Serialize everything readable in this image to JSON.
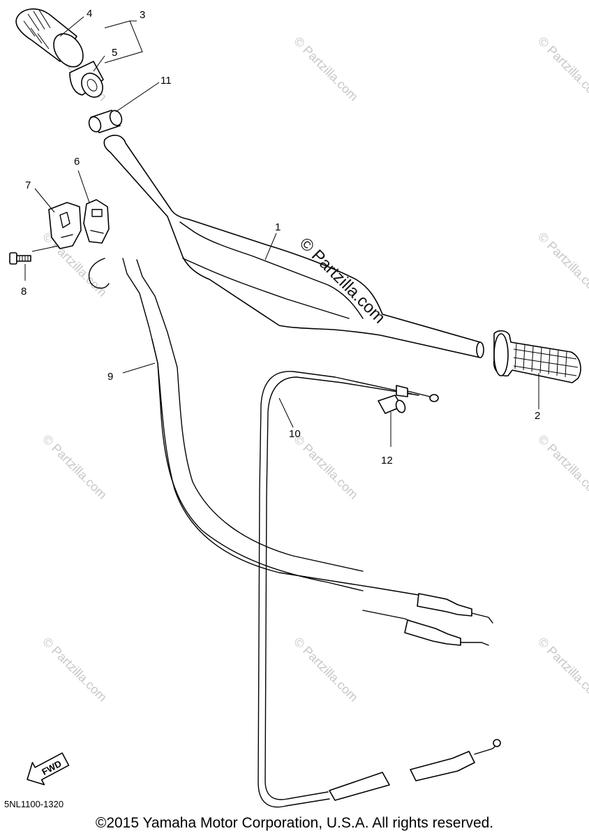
{
  "callouts": {
    "c1": "1",
    "c2": "2",
    "c3": "3",
    "c4": "4",
    "c5": "5",
    "c6": "6",
    "c7": "7",
    "c8": "8",
    "c9": "9",
    "c10": "10",
    "c11": "11",
    "c12": "12"
  },
  "watermark": {
    "main": "© Partzilla.com",
    "small": "© Partzilla.com"
  },
  "fwd_label": "FWD",
  "diagram_code": "5NL1100-1320",
  "copyright": "©2015 Yamaha Motor Corporation, U.S.A. All rights reserved."
}
